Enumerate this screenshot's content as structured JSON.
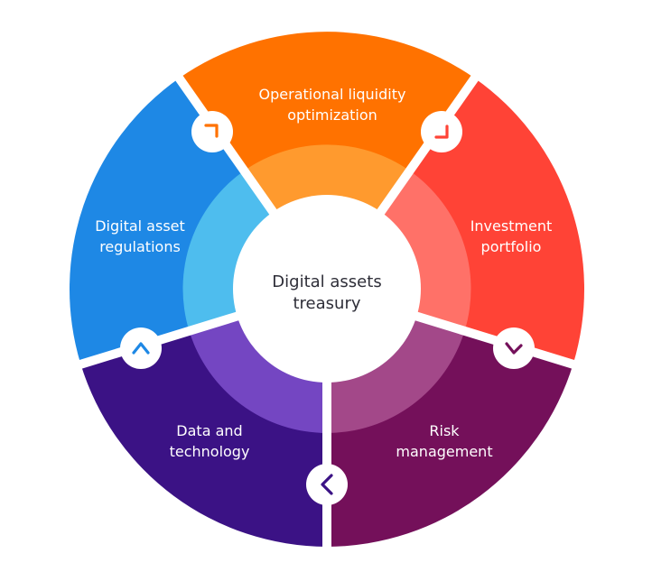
{
  "center": {
    "line1": "Digital assets",
    "line2": "treasury"
  },
  "segments": [
    {
      "key": "operational",
      "line1": "Operational liquidity",
      "line2": "optimization",
      "outer_color": "#ff7200",
      "inner_color": "#ff9a2e",
      "arrow_color": "#ff7200"
    },
    {
      "key": "investment",
      "line1": "Investment",
      "line2": "portfolio",
      "outer_color": "#ff4336",
      "inner_color": "#ff7168",
      "arrow_color": "#ff4336"
    },
    {
      "key": "risk",
      "line1": "Risk",
      "line2": "management",
      "outer_color": "#74105a",
      "inner_color": "#a34889",
      "arrow_color": "#74105a"
    },
    {
      "key": "data",
      "line1": "Data and",
      "line2": "technology",
      "outer_color": "#3b1285",
      "inner_color": "#7446c2",
      "arrow_color": "#3b1285"
    },
    {
      "key": "regulations",
      "line1": "Digital asset",
      "line2": "regulations",
      "outer_color": "#1e88e5",
      "inner_color": "#4ebdee",
      "arrow_color": "#1e88e5"
    }
  ]
}
